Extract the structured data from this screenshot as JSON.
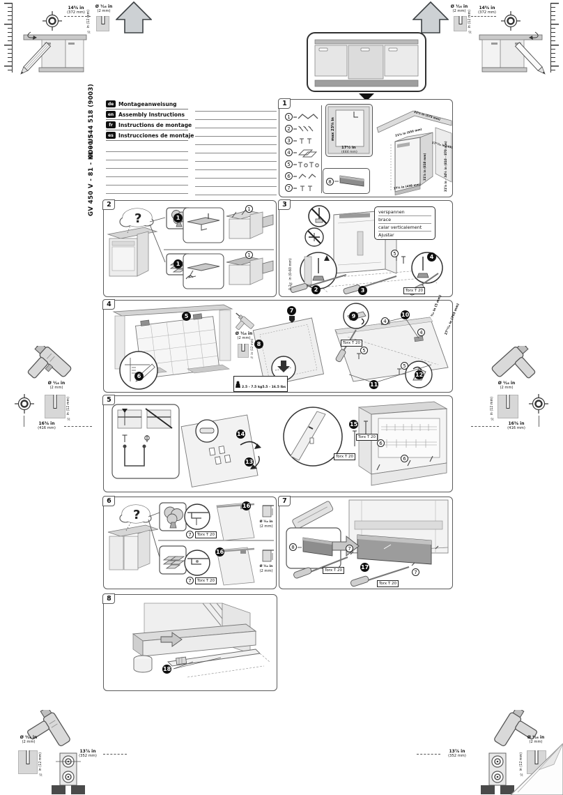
{
  "doc": {
    "number": "9000 544 518 (9003)",
    "model": "GV 450 V - 81 - KL - US",
    "languages": [
      {
        "code": "de",
        "label": "Montageanweisung"
      },
      {
        "code": "en",
        "label": "Assembly Instructions"
      },
      {
        "code": "fr",
        "label": "Instructions de montage"
      },
      {
        "code": "es",
        "label": "Instrucciones de montaje"
      }
    ]
  },
  "corner": {
    "top_offset": "14⅝ in",
    "top_offset_mm": "(372 mm)",
    "drill_dia": "Ø ¹⁄₁₆ in",
    "drill_dia_mm": "(2 mm)",
    "drill_depth": "½ in (12 mm)",
    "side_offset": "16⅜ in",
    "side_offset_mm": "(416 mm)",
    "bottom_offset": "13⅞ in",
    "bottom_offset_mm": "(352 mm)"
  },
  "panels": {
    "p1": {
      "num": "1",
      "parts": [
        "1",
        "2",
        "3",
        "4",
        "5",
        "6",
        "7"
      ],
      "part8": "8",
      "inset_max": "max 23⅝ in",
      "inset_depth": "17½ in",
      "inset_depth_mm": "(444 mm)",
      "dim_counter_depth": "22⅝ in (575 mm)",
      "dim_niche_width": "17¹¹⁄₁₆ in (450 mm)",
      "dim_niche_height": "31⅞ in - 34¼ in (810 - 870 mm)",
      "dim_body_width": "17¼ in (438 mm)",
      "dim_body_depth": "21⅝ in (550 mm)",
      "dim_body_height": "31⅞ in (810 mm)"
    },
    "p2": {
      "num": "2",
      "question": "?",
      "step1": "1",
      "part1": "1"
    },
    "p3": {
      "num": "3",
      "brace": [
        "verspannen",
        "brace",
        "calar verticalement",
        "Ajustar"
      ],
      "range": "0-2⅜ in (0-60 mm)",
      "torx": "Torx T 20",
      "step2": "2",
      "step3": "3",
      "step4": "4",
      "part5": "5"
    },
    "p4": {
      "num": "4",
      "step5": "5",
      "step6": "6",
      "step7": "7",
      "step8": "8",
      "step9": "9",
      "step10": "10",
      "step11": "11",
      "step12": "12",
      "part4": "4",
      "part5": "5",
      "torx": "Torx T 20",
      "drill_dia": "Ø ¹⁄₁₆ in",
      "drill_dia_mm": "(2 mm)",
      "depth": "½ in (12 mm)",
      "weight_kg": "2.5 - 7.5 kg",
      "weight_lbs": "5.5 - 16.5 lbs",
      "edge_gap": "³⁄₁₆ in (5 mm)",
      "panel_height": "27¹¹⁄₁₆ in (703 mm)"
    },
    "p5": {
      "num": "5",
      "step13": "13",
      "step14": "14",
      "step15": "15",
      "part6": "6",
      "torx": "Torx T 20"
    },
    "p6": {
      "num": "6",
      "question": "?",
      "step16": "16",
      "part7": "7",
      "torx": "Torx T 20",
      "drill_dia": "Ø ¹⁄₁₆ in",
      "drill_dia_mm": "(2 mm)"
    },
    "p7": {
      "num": "7",
      "step17": "17",
      "part7": "7",
      "part8": "8",
      "torx": "Torx T 20"
    },
    "p8": {
      "num": "8",
      "step18": "18"
    }
  }
}
